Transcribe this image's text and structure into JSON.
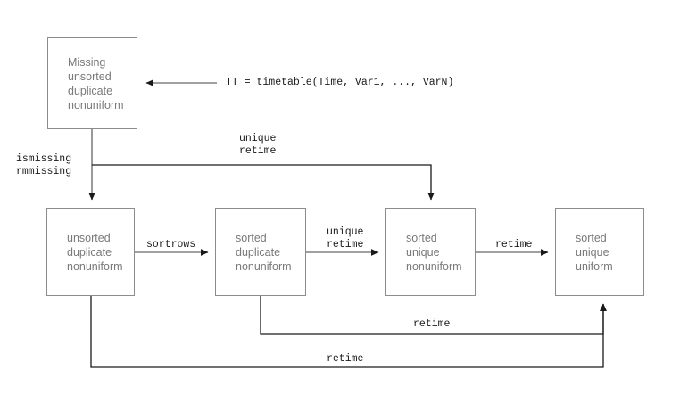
{
  "diagram": {
    "title": "Timetable data state transition diagram",
    "colors": {
      "box_border": "#8c8c8c",
      "box_text": "#797979",
      "connector_gray": "#808080",
      "connector_black": "#1a1a1a",
      "background": "#ffffff"
    },
    "boxes": [
      {
        "id": "missing",
        "name": "box-missing",
        "lines": [
          "Missing",
          "unsorted",
          "duplicate",
          "nonuniform"
        ]
      },
      {
        "id": "unsorted_duplicate_nonuniform",
        "name": "box-unsorted-duplicate-nonuniform",
        "lines": [
          "unsorted",
          "duplicate",
          "nonuniform"
        ]
      },
      {
        "id": "sorted_duplicate_nonuniform",
        "name": "box-sorted-duplicate-nonuniform",
        "lines": [
          "sorted",
          "duplicate",
          "nonuniform"
        ]
      },
      {
        "id": "sorted_unique_nonuniform",
        "name": "box-sorted-unique-nonuniform",
        "lines": [
          "sorted",
          "unique",
          "nonuniform"
        ]
      },
      {
        "id": "sorted_unique_uniform",
        "name": "box-sorted-unique-uniform",
        "lines": [
          "sorted",
          "unique",
          "uniform"
        ]
      }
    ],
    "labels": {
      "timetable_constructor": "TT = timetable(Time, Var1, ..., VarN)",
      "ismissing_rmmissing": "ismissing\nrmmissing",
      "unique_retime_top": "unique\nretime",
      "sortrows": "sortrows",
      "unique_retime_mid": "unique\nretime",
      "retime_right": "retime",
      "retime_feedback_upper": "retime",
      "retime_feedback_lower": "retime"
    }
  }
}
